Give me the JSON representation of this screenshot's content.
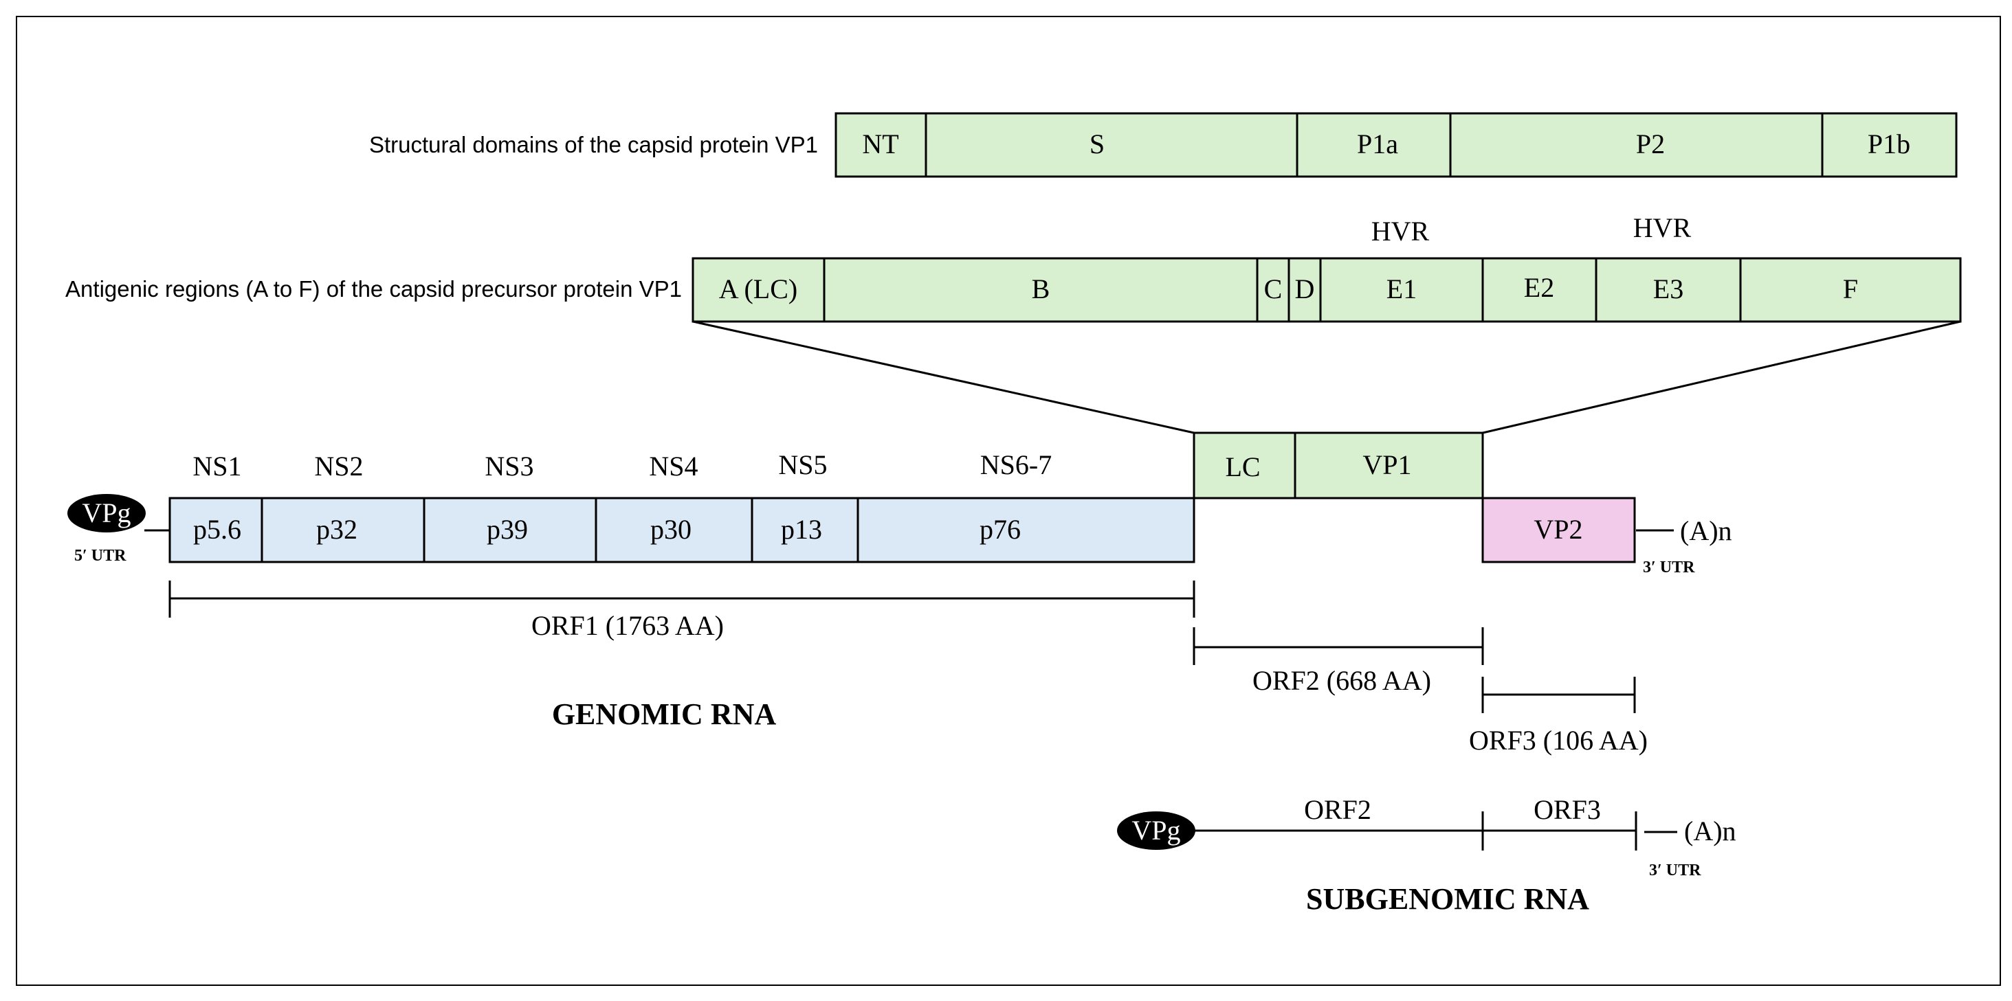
{
  "colors": {
    "structural_fill": "#d8f0d0",
    "antigenic_fill": "#d8f0d0",
    "orf1_fill": "#dbe8f5",
    "orf2_fill": "#d8f0d0",
    "vp2_fill": "#f2cbeb",
    "vpg_fill": "#000000",
    "border": "#000000"
  },
  "structural": {
    "label": "Structural domains of the capsid protein VP1",
    "segments": [
      "NT",
      "S",
      "P1a",
      "P2",
      "P1b"
    ]
  },
  "antigenic": {
    "label": "Antigenic regions (A to F) of the capsid precursor protein VP1",
    "segments": [
      "A (LC)",
      "B",
      "C",
      "D",
      "E1",
      "E2",
      "E3",
      "F"
    ],
    "hvr_labels": [
      "HVR",
      "HVR"
    ]
  },
  "genomic": {
    "vpg": "VPg",
    "utr5": "5′ UTR",
    "ns_labels": [
      "NS1",
      "NS2",
      "NS3",
      "NS4",
      "NS5",
      "NS6-7"
    ],
    "proteins": [
      "p5.6",
      "p32",
      "p39",
      "p30",
      "p13",
      "p76"
    ],
    "capsid": [
      "LC",
      "VP1"
    ],
    "vp2": "VP2",
    "polya": "(A)n",
    "utr3": "3′ UTR",
    "orf1": "ORF1 (1763 AA)",
    "orf2": "ORF2 (668 AA)",
    "orf3": "ORF3 (106 AA)",
    "title": "GENOMIC RNA"
  },
  "subgenomic": {
    "vpg": "VPg",
    "orf2": "ORF2",
    "orf3": "ORF3",
    "polya": "(A)n",
    "utr3": "3′ UTR",
    "title": "SUBGENOMIC RNA"
  }
}
